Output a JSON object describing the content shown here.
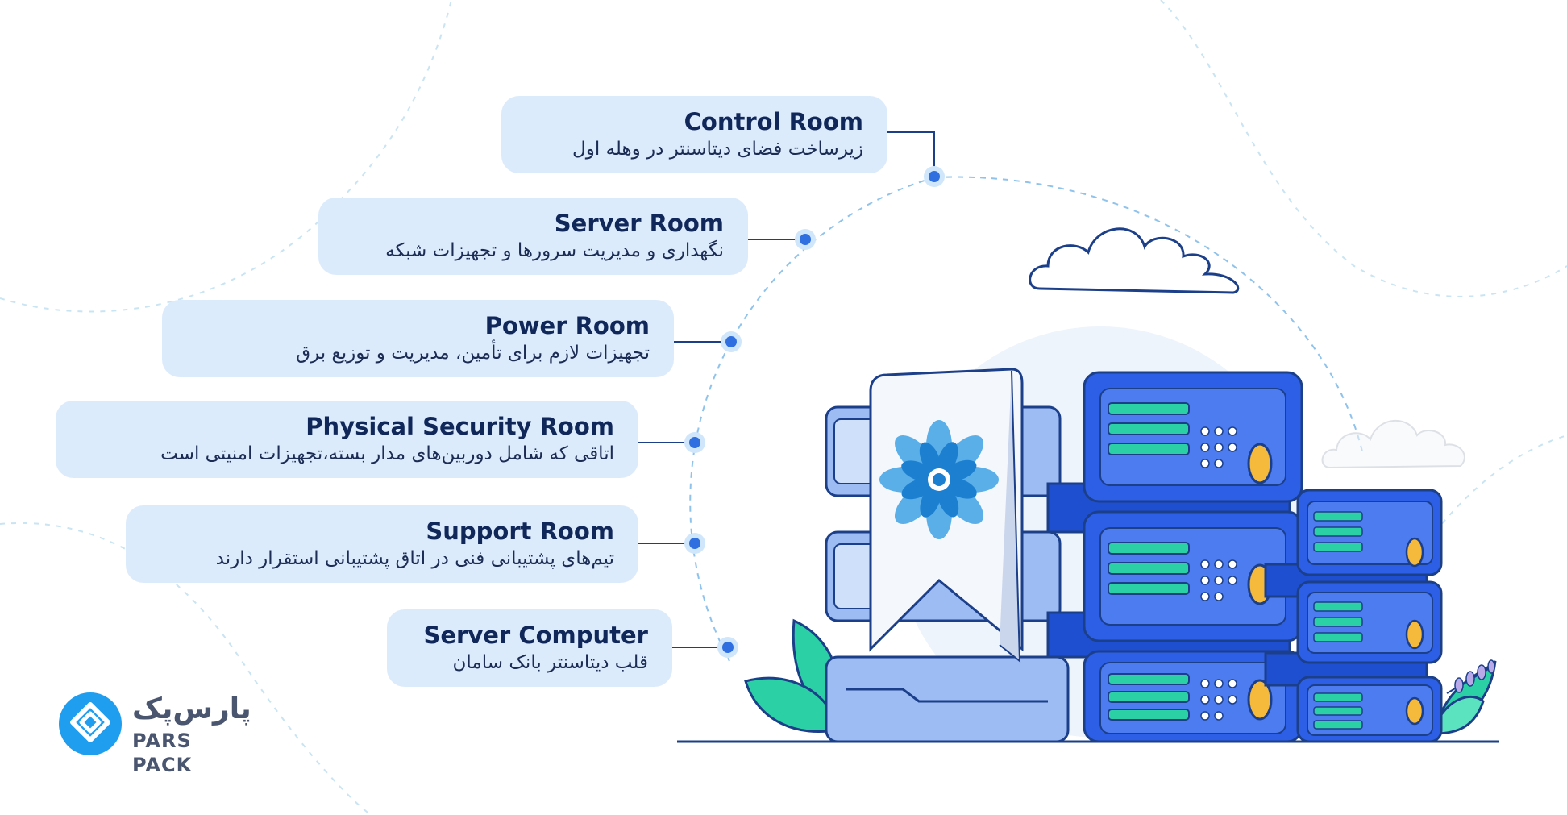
{
  "items": [
    {
      "title": "Control Room",
      "subtitle": "زیرساخت فضای دیتاسنتر در وهله اول"
    },
    {
      "title": "Server Room",
      "subtitle": "نگهداری و مدیریت سرورها و تجهیزات شبکه"
    },
    {
      "title": "Power Room",
      "subtitle": "تجهیزات لازم برای تأمین، مدیریت و توزیع برق"
    },
    {
      "title": "Physical Security Room",
      "subtitle": "اتاقی که شامل دوربین‌های مدار بسته،تجهیزات امنیتی است"
    },
    {
      "title": "Support Room",
      "subtitle": "تیم‌های پشتیبانی فنی در اتاق پشتیبانی استقرار دارند"
    },
    {
      "title": "Server Computer",
      "subtitle": "قلب دیتاسنتر بانک سامان"
    }
  ],
  "logo": {
    "name_fa": "پارس‌پک",
    "name_en": "PARS PACK",
    "icon": "pars-pack-logo-icon"
  },
  "colors": {
    "card_bg": "#dcebfb",
    "title": "#10275a",
    "accent": "#2f6fe0",
    "server_blue": "#2c5fe6",
    "leaf": "#2bd1a5"
  }
}
